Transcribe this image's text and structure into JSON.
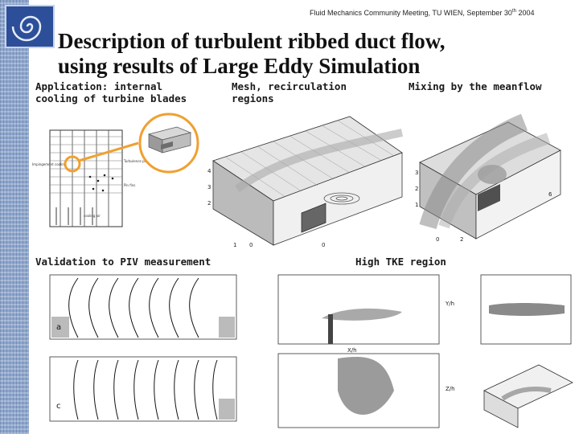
{
  "header": {
    "text_before_sup": "Fluid Mechanics Community Meeting, TU WIEN, September 30",
    "sup": "th",
    "text_after_sup": " 2004"
  },
  "title": {
    "line1": "Description of turbulent ribbed duct flow,",
    "line2": "using  results of Large Eddy Simulation"
  },
  "captions": {
    "application_line1": "Application: internal",
    "application_line2": "cooling of turbine blades",
    "mesh_line1": "Mesh, recirculation",
    "mesh_line2": "regions",
    "mixing": "Mixing by the meanflow",
    "validation": "Validation to PIV measurement",
    "tke": "High TKE region"
  },
  "figures": {
    "turbine_labels": [
      "Impingement cooling",
      "Turbulence promoters",
      "Pin fins",
      "cooling air"
    ],
    "validation_panel_a_label": "a",
    "validation_panel_c_label": "c",
    "tke_axis_labels": [
      "X/h",
      "Y/h",
      "Z/h"
    ]
  },
  "colors": {
    "sidebar": "#8ea6cc",
    "logo": "#2d4f99",
    "highlight_circle": "#f0a030"
  }
}
